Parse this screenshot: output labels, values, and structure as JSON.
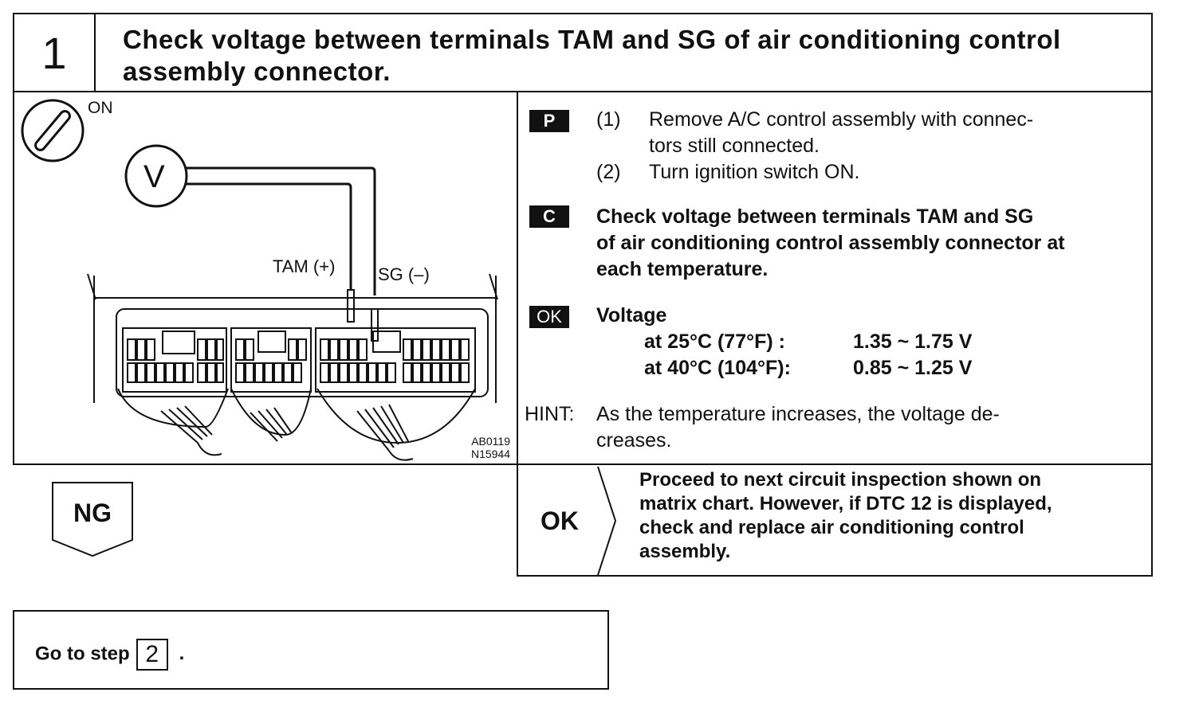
{
  "step": {
    "number": "1",
    "title": "Check voltage between terminals TAM and SG of air conditioning control assembly connector."
  },
  "figure": {
    "ignition_label": "ON",
    "meter_label": "V",
    "probe_pos_label": "TAM (+)",
    "probe_neg_label": "SG (–)",
    "code_1": "AB0119",
    "code_2": "N15944",
    "icons": [
      "ignition-switch-icon",
      "voltmeter-icon",
      "connector-illustration"
    ]
  },
  "prep": {
    "badge": "P",
    "item1_num": "(1)",
    "item1_line1": "Remove A/C control assembly with connec-",
    "item1_line2": "tors still connected.",
    "item2_num": "(2)",
    "item2_text": "Turn ignition switch ON."
  },
  "check": {
    "badge": "C",
    "line1": "Check voltage between terminals TAM and SG",
    "line2": "of air conditioning control assembly connector at",
    "line3": "each temperature."
  },
  "ok_spec": {
    "badge": "OK",
    "heading": "Voltage",
    "row1_label": "at 25°C (77°F)  :",
    "row1_value": "1.35 ~ 1.75 V",
    "row2_label": "at 40°C (104°F):",
    "row2_value": "0.85 ~ 1.25 V"
  },
  "hint": {
    "label": "HINT:",
    "line1": "As the temperature increases, the voltage de-",
    "line2": "creases."
  },
  "outcome_ok": {
    "label": "OK",
    "line1": "Proceed to next circuit inspection shown on",
    "line2": "matrix chart. However, if DTC 12 is displayed,",
    "line3": "check and replace air  conditioning control",
    "line4": "assembly."
  },
  "outcome_ng": {
    "label": "NG"
  },
  "go_to": {
    "text": "Go to step",
    "step": "2",
    "dot": "."
  }
}
